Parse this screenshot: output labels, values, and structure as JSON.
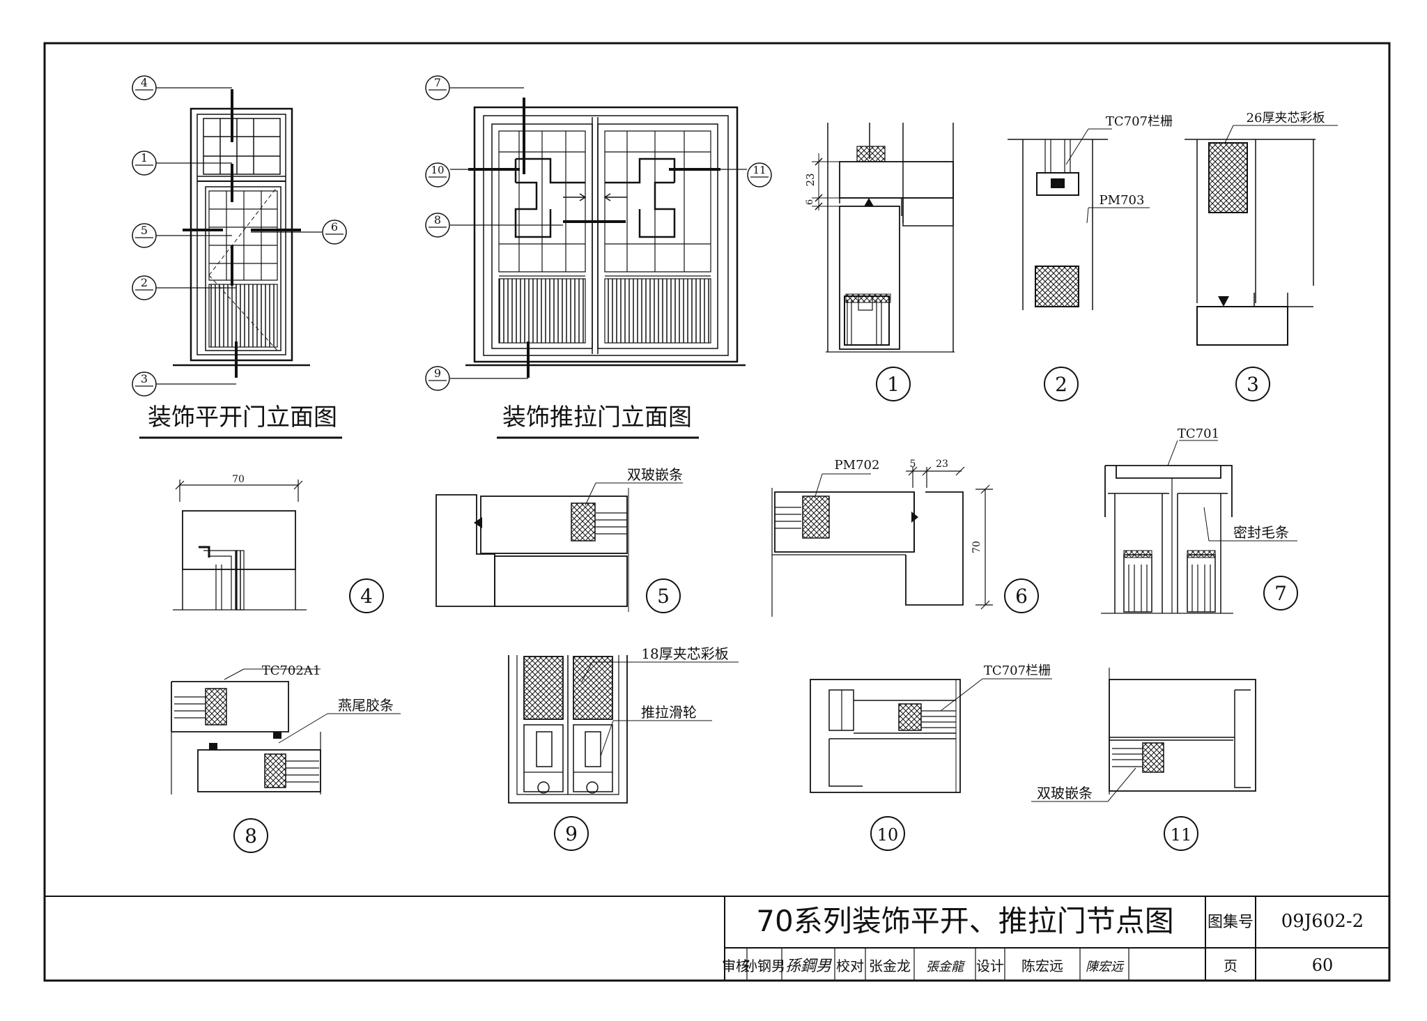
{
  "elevations": {
    "swing": {
      "title": "装饰平开门立面图",
      "callouts": [
        "4",
        "1",
        "5",
        "6",
        "2",
        "3"
      ]
    },
    "sliding": {
      "title": "装饰推拉门立面图",
      "callouts": [
        "7",
        "10",
        "11",
        "8",
        "9"
      ]
    }
  },
  "details": [
    {
      "num": "1",
      "dims": [
        "23",
        "6"
      ]
    },
    {
      "num": "2",
      "labels": [
        "TC707栏栅",
        "PM703"
      ]
    },
    {
      "num": "3",
      "labels": [
        "26厚夹芯彩板"
      ]
    },
    {
      "num": "4",
      "dims": [
        "70"
      ]
    },
    {
      "num": "5",
      "labels": [
        "双玻嵌条"
      ]
    },
    {
      "num": "6",
      "labels": [
        "PM702"
      ],
      "dims": [
        "5",
        "23",
        "70"
      ]
    },
    {
      "num": "7",
      "labels": [
        "TC701",
        "密封毛条"
      ]
    },
    {
      "num": "8",
      "labels": [
        "TC702A1",
        "燕尾胶条"
      ]
    },
    {
      "num": "9",
      "labels": [
        "18厚夹芯彩板",
        "推拉滑轮"
      ]
    },
    {
      "num": "10",
      "labels": [
        "TC707栏栅"
      ]
    },
    {
      "num": "11",
      "labels": [
        "双玻嵌条"
      ]
    }
  ],
  "title_block": {
    "title": "70系列装饰平开、推拉门节点图",
    "atlas_label": "图集号",
    "atlas_no": "09J602-2",
    "review_label": "审核",
    "reviewer": "孙钢男",
    "reviewer_sig": "孫鋼男",
    "check_label": "校对",
    "checker": "张金龙",
    "checker_sig": "張金龍",
    "design_label": "设计",
    "designer": "陈宏远",
    "designer_sig": "陳宏远",
    "page_label": "页",
    "page_no": "60"
  }
}
